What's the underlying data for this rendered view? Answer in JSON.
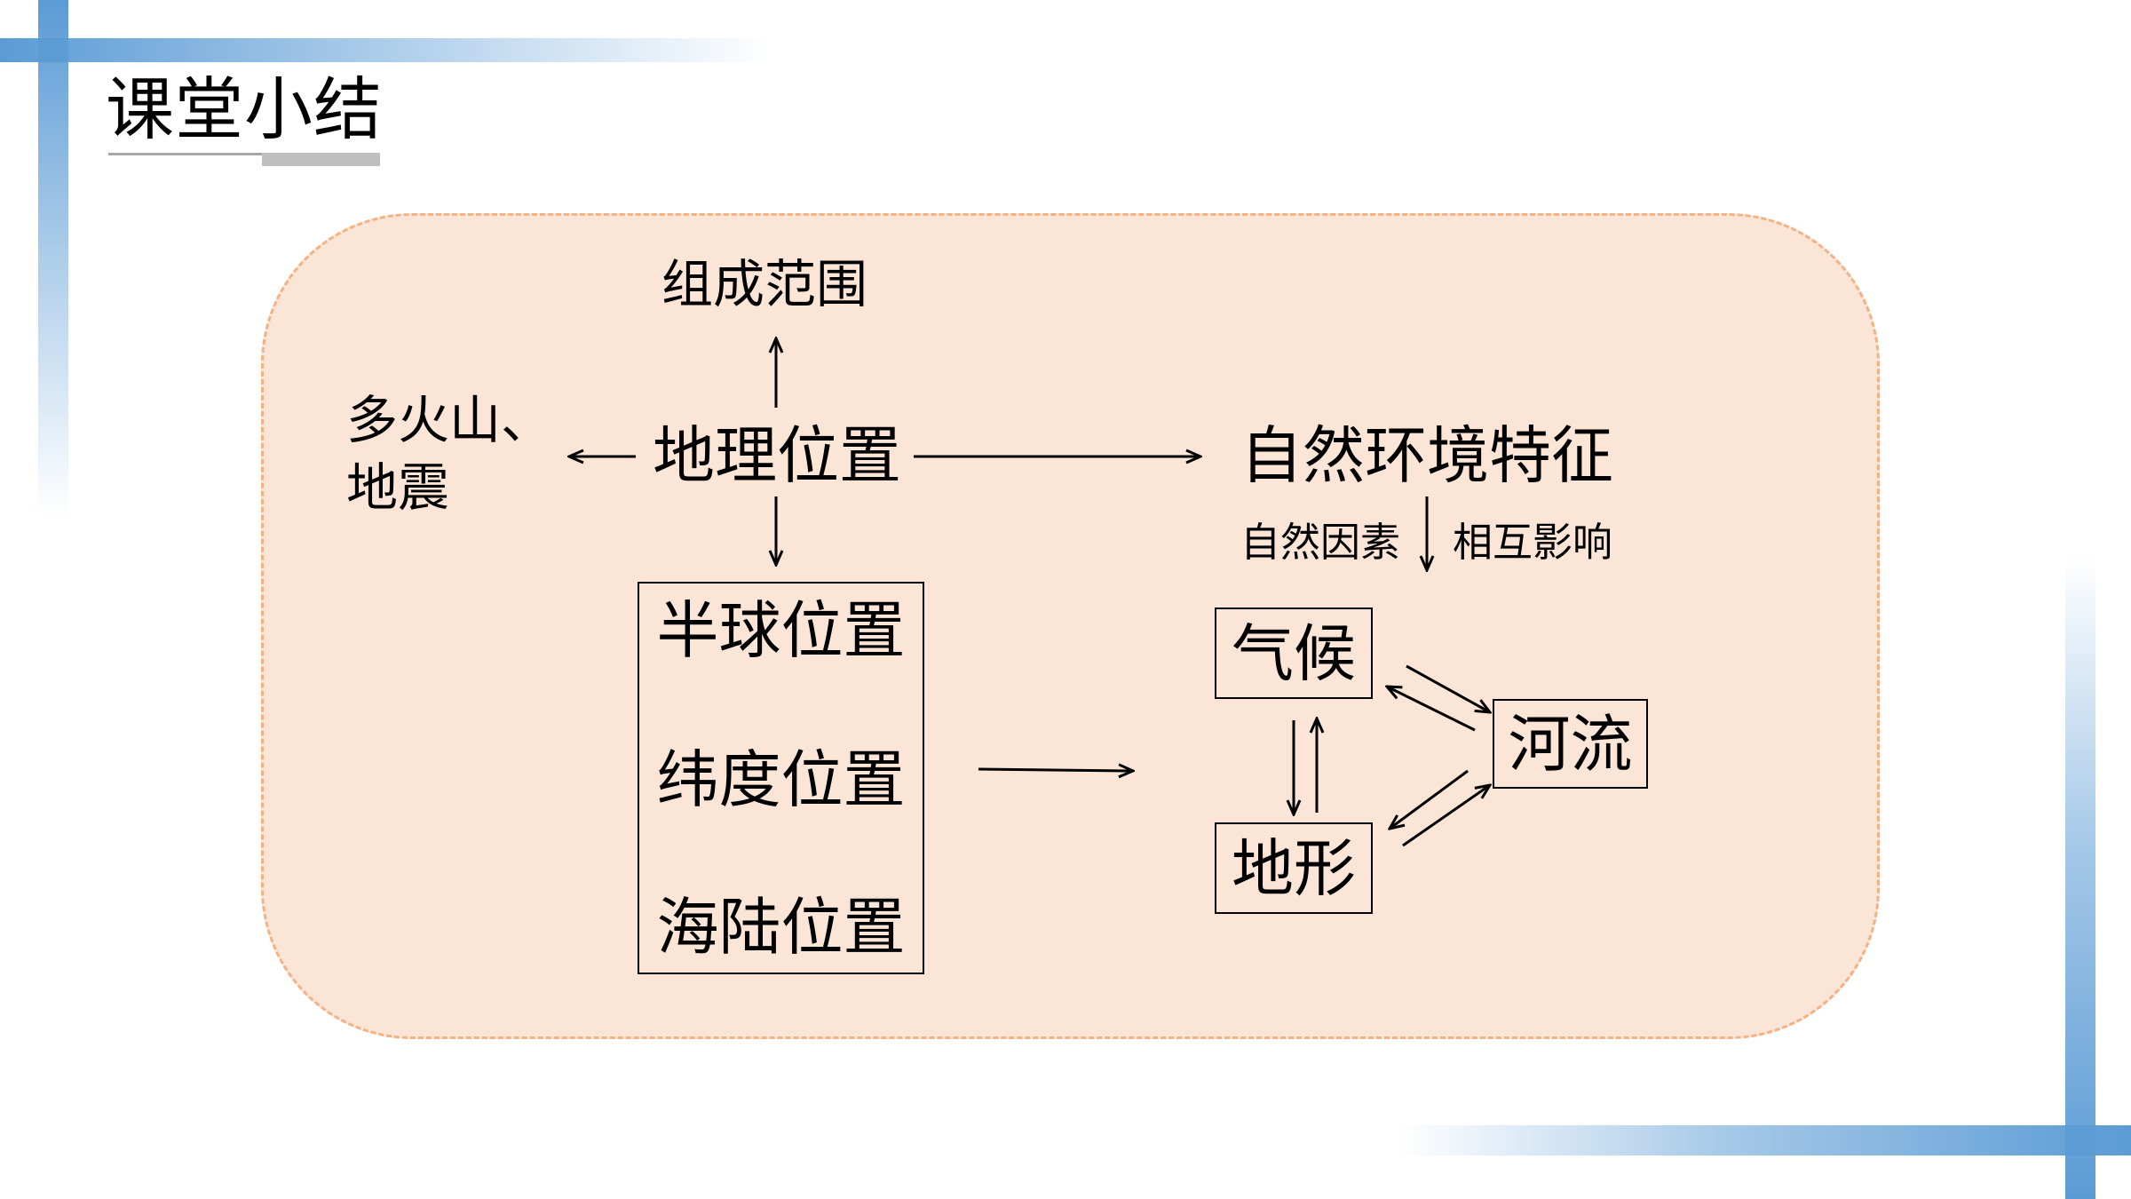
{
  "slide": {
    "title": "课堂小结"
  },
  "diagram": {
    "scope": "组成范围",
    "volcano_line1": "多火山、",
    "volcano_line2": "地震",
    "geo_location": "地理位置",
    "natural_features": "自然环境特征",
    "natural_factors": "自然因素",
    "interaction": "相互影响",
    "location_types": [
      "半球位置",
      "纬度位置",
      "海陆位置"
    ],
    "climate": "气候",
    "terrain": "地形",
    "river": "河流"
  },
  "colors": {
    "accent": "#5b9bd5",
    "panel_fill": "#fbe5d6",
    "panel_border": "#f4b183",
    "text": "#000000"
  }
}
